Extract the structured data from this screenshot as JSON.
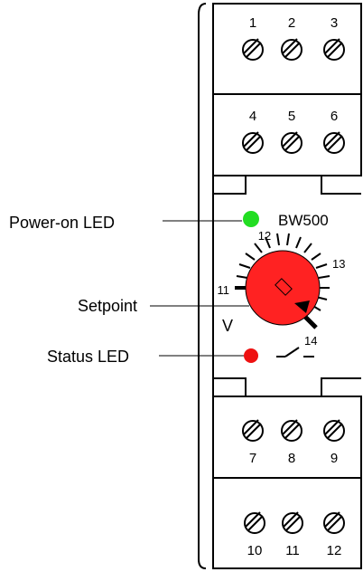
{
  "labels": {
    "power_led": "Power-on LED",
    "setpoint": "Setpoint",
    "status_led": "Status LED"
  },
  "device": {
    "model": "BW500",
    "unit": "V",
    "contact_label": "14",
    "terminals_top_row1": [
      "1",
      "2",
      "3"
    ],
    "terminals_top_row2": [
      "4",
      "5",
      "6"
    ],
    "terminals_bottom_row1": [
      "7",
      "8",
      "9"
    ],
    "terminals_bottom_row2": [
      "10",
      "11",
      "12"
    ],
    "dial_scale": [
      "11",
      "12",
      "13"
    ]
  },
  "colors": {
    "power_led": "#22dd22",
    "status_led": "#ee1111",
    "knob": "#ff2222"
  }
}
